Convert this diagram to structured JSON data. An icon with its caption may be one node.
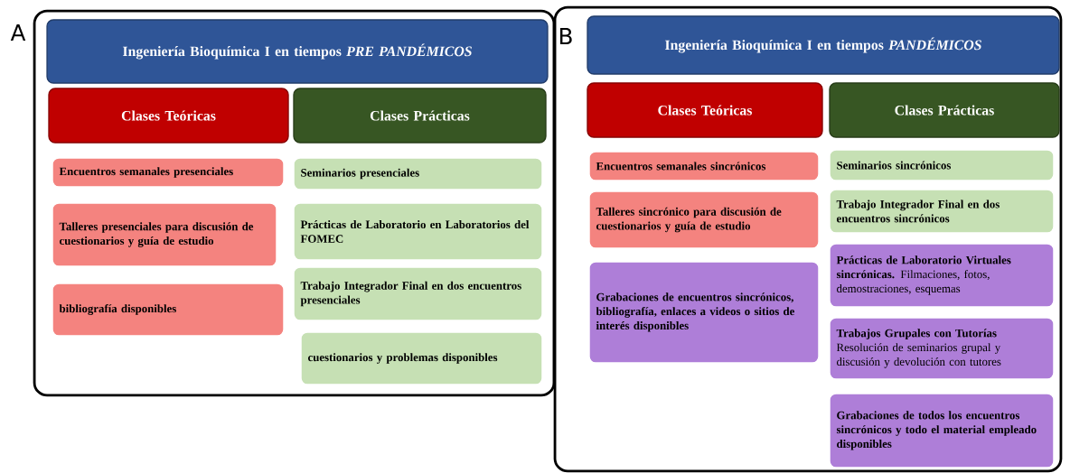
{
  "diagram": {
    "nodes": [
      {
        "text": [],
        "shape": "box"
      },
      {
        "text": [
          "Ingeniería Bioquímica I en tiempos *PRE PANDÉMICOS*"
        ],
        "in": 0
      },
      {
        "text": [
          "Clases Teóricas"
        ],
        "in": 0
      },
      {
        "text": [
          "Clases Prácticas"
        ],
        "in": 0
      },
      {
        "text": [
          "Encuentros semanales presenciales"
        ],
        "in": 0
      },
      {
        "text": [
          "Talleres presenciales para discusión de cuestionarios y guía de estudio"
        ],
        "in": 0
      },
      {
        "text": [
          "bibliografía disponibles"
        ],
        "in": 0
      },
      {
        "text": [
          "Seminarios presenciales"
        ],
        "in": 0
      },
      {
        "text": [
          "Prácticas de Laboratorio en Laboratorios del FOMEC"
        ],
        "in": 0
      },
      {
        "text": [
          "Trabajo Integrador Final en dos encuentros presenciales"
        ],
        "in": 0
      },
      {
        "text": [
          "cuestionarios y problemas disponibles"
        ],
        "in": 0
      },
      {
        "text": [],
        "shape": "box"
      },
      {
        "text": [
          "Ingeniería Bioquímica I en tiempos *PANDÉMICOS*"
        ],
        "in": 11
      },
      {
        "text": [
          "Clases Teóricas"
        ],
        "in": 11
      },
      {
        "text": [
          "Clases Prácticas"
        ],
        "in": 11
      },
      {
        "text": [
          "Encuentros semanales sincrónicos"
        ],
        "in": 11
      },
      {
        "text": [
          "Talleres sincrónico para discusión de cuestionarios y guía de estudio"
        ],
        "in": 11
      },
      {
        "text": [
          "Grabaciones de encuentros sincrónicos, bibliografía, enlaces a videos o sitios de interés disponibles"
        ],
        "in": 11
      },
      {
        "text": [
          "Seminarios sincrónicos"
        ],
        "in": 11
      },
      {
        "text": [
          "Trabajo Integrador Final en dos encuentros sincrónicos"
        ],
        "in": 11
      },
      {
        "text": [
          "**Prácticas de Laboratorio Virtuales sincrónicas.** Filmaciones, fotos, demostraciones, esquemas"
        ],
        "in": 11
      },
      {
        "text": [
          "Trabajos Grupales con Tutorías",
          "Resolución de seminarios grupal y discusión y devolución con tutores"
        ],
        "in": 11
      },
      {
        "text": [
          "Grabaciones de todos los encuentros sincrónicos y todo el material empleado disponibles"
        ],
        "in": 11
      }
    ],
    "labels": [
      "A",
      "B"
    ]
  }
}
